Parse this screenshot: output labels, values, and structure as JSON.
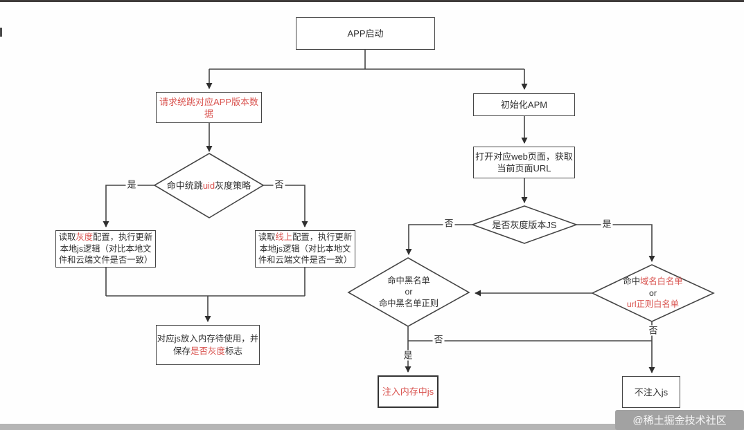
{
  "colors": {
    "accent_red": "#d9534f",
    "line": "#454545",
    "text": "#2f2f2f",
    "watermark_bg": "#a2a2a2"
  },
  "nodes": {
    "app_start": {
      "label": "APP启动"
    },
    "request_version": {
      "label": "请求统跳对应APP版本数据"
    },
    "uid_gray_decision": {
      "pre": "命中统跳",
      "highlight": "uid",
      "post": "灰度策略"
    },
    "read_gray": {
      "l1_pre": "读取",
      "l1_hl": "灰度",
      "l1_post": "配置，执行更新",
      "l2": "本地js逻辑（对比本地文",
      "l3": "件和云端文件是否一致）"
    },
    "read_online": {
      "l1_pre": "读取",
      "l1_hl": "线上",
      "l1_post": "配置，执行更新",
      "l2": "本地js逻辑（对比本地文",
      "l3": "件和云端文件是否一致）"
    },
    "memory_store": {
      "l1": "对应js放入内存待使用，并",
      "l2_pre": "保存",
      "l2_hl": "是否灰度",
      "l2_post": "标志"
    },
    "init_apm": {
      "label": "初始化APM"
    },
    "open_web": {
      "l1": "打开对应web页面，获取",
      "l2": "当前页面URL"
    },
    "gray_js_decision": {
      "label": "是否灰度版本JS"
    },
    "blacklist_decision": {
      "l1": "命中黑名单",
      "l2": "or",
      "l3": "命中黑名单正则"
    },
    "whitelist_decision": {
      "l1_pre": "命中",
      "l1_hl": "域名白名单",
      "l2": "or",
      "l3": "url正则白名单"
    },
    "inject_js": {
      "label": "注入内存中js"
    },
    "no_inject_js": {
      "label": "不注入js"
    }
  },
  "edge_labels": {
    "uid_yes": "是",
    "uid_no": "否",
    "grayjs_no": "否",
    "grayjs_yes": "是",
    "blacklist_no": "否",
    "blacklist_yes": "是",
    "whitelist_no": "否"
  },
  "watermark": {
    "text": "@稀土掘金技术社区"
  }
}
